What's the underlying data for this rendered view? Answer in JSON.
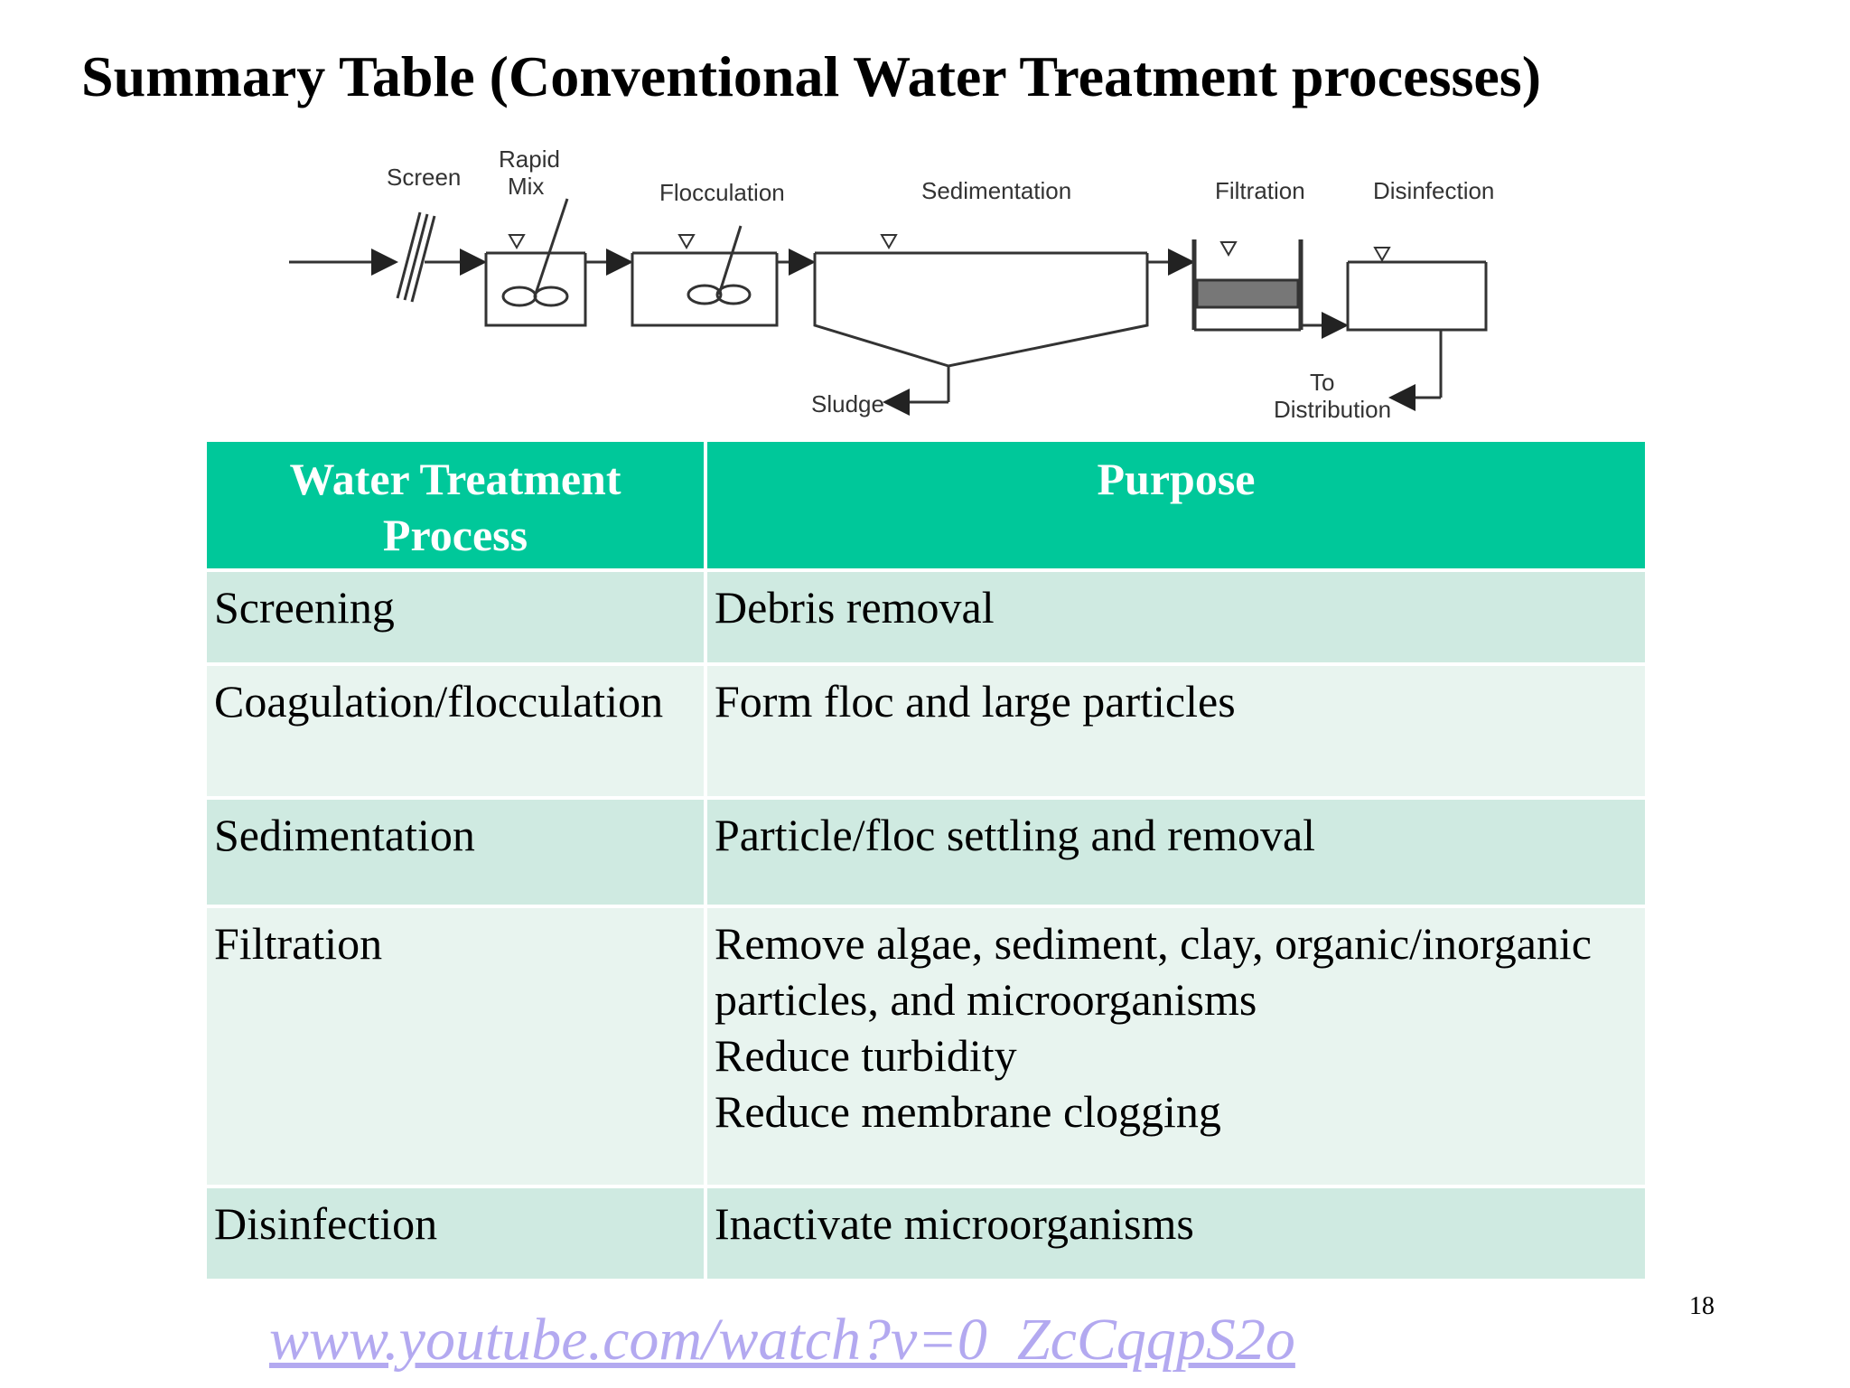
{
  "title": "Summary Table (Conventional Water Treatment processes)",
  "diagram": {
    "labels": {
      "screen": "Screen",
      "rapid_mix_1": "Rapid",
      "rapid_mix_2": "Mix",
      "flocculation": "Flocculation",
      "sedimentation": "Sedimentation",
      "filtration": "Filtration",
      "disinfection": "Disinfection",
      "sludge": "Sludge",
      "to": "To",
      "distribution": "Distribution"
    }
  },
  "table": {
    "headers": [
      "Water Treatment Process",
      "Purpose"
    ],
    "rows": [
      {
        "process": "Screening",
        "purpose": [
          "Debris removal"
        ]
      },
      {
        "process": "Coagulation/flocculation",
        "purpose": [
          "Form floc and large particles"
        ]
      },
      {
        "process": "Sedimentation",
        "purpose": [
          "Particle/floc settling and removal"
        ]
      },
      {
        "process": "Filtration",
        "purpose": [
          "Remove algae, sediment, clay, organic/inorganic particles, and microorganisms",
          "Reduce turbidity",
          "Reduce membrane clogging"
        ]
      },
      {
        "process": "Disinfection",
        "purpose": [
          "Inactivate microorganisms"
        ]
      }
    ]
  },
  "page_number": "18",
  "link": "www.youtube.com/watch?v=0_ZcCqqpS2o",
  "colors": {
    "header_bg": "#00c89a",
    "row_dark": "#cfeae1",
    "row_light": "#e8f4ef",
    "link": "#b3a9f0"
  }
}
